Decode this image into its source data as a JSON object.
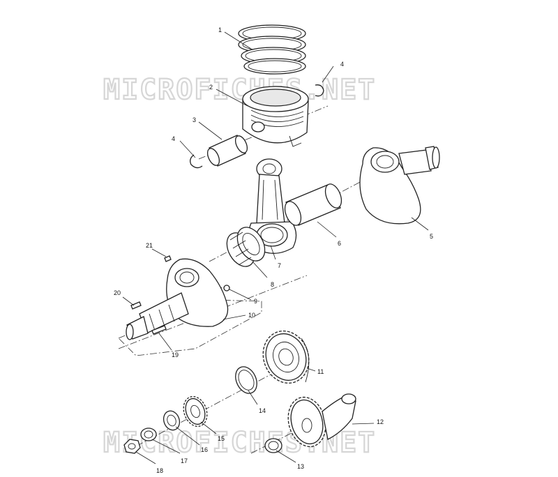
{
  "watermark": {
    "text": "MICROFICHES.NET"
  },
  "callouts": {
    "c1": "1",
    "c2": "2",
    "c3": "3",
    "c4a": "4",
    "c4b": "4",
    "c5": "5",
    "c6": "6",
    "c7": "7",
    "c8": "8",
    "c9": "9",
    "c10": "10",
    "c11": "11",
    "c12": "12",
    "c13": "13",
    "c14": "14",
    "c15": "15",
    "c16": "16",
    "c17": "17",
    "c18": "18",
    "c19": "19",
    "c20": "20",
    "c21": "21"
  }
}
